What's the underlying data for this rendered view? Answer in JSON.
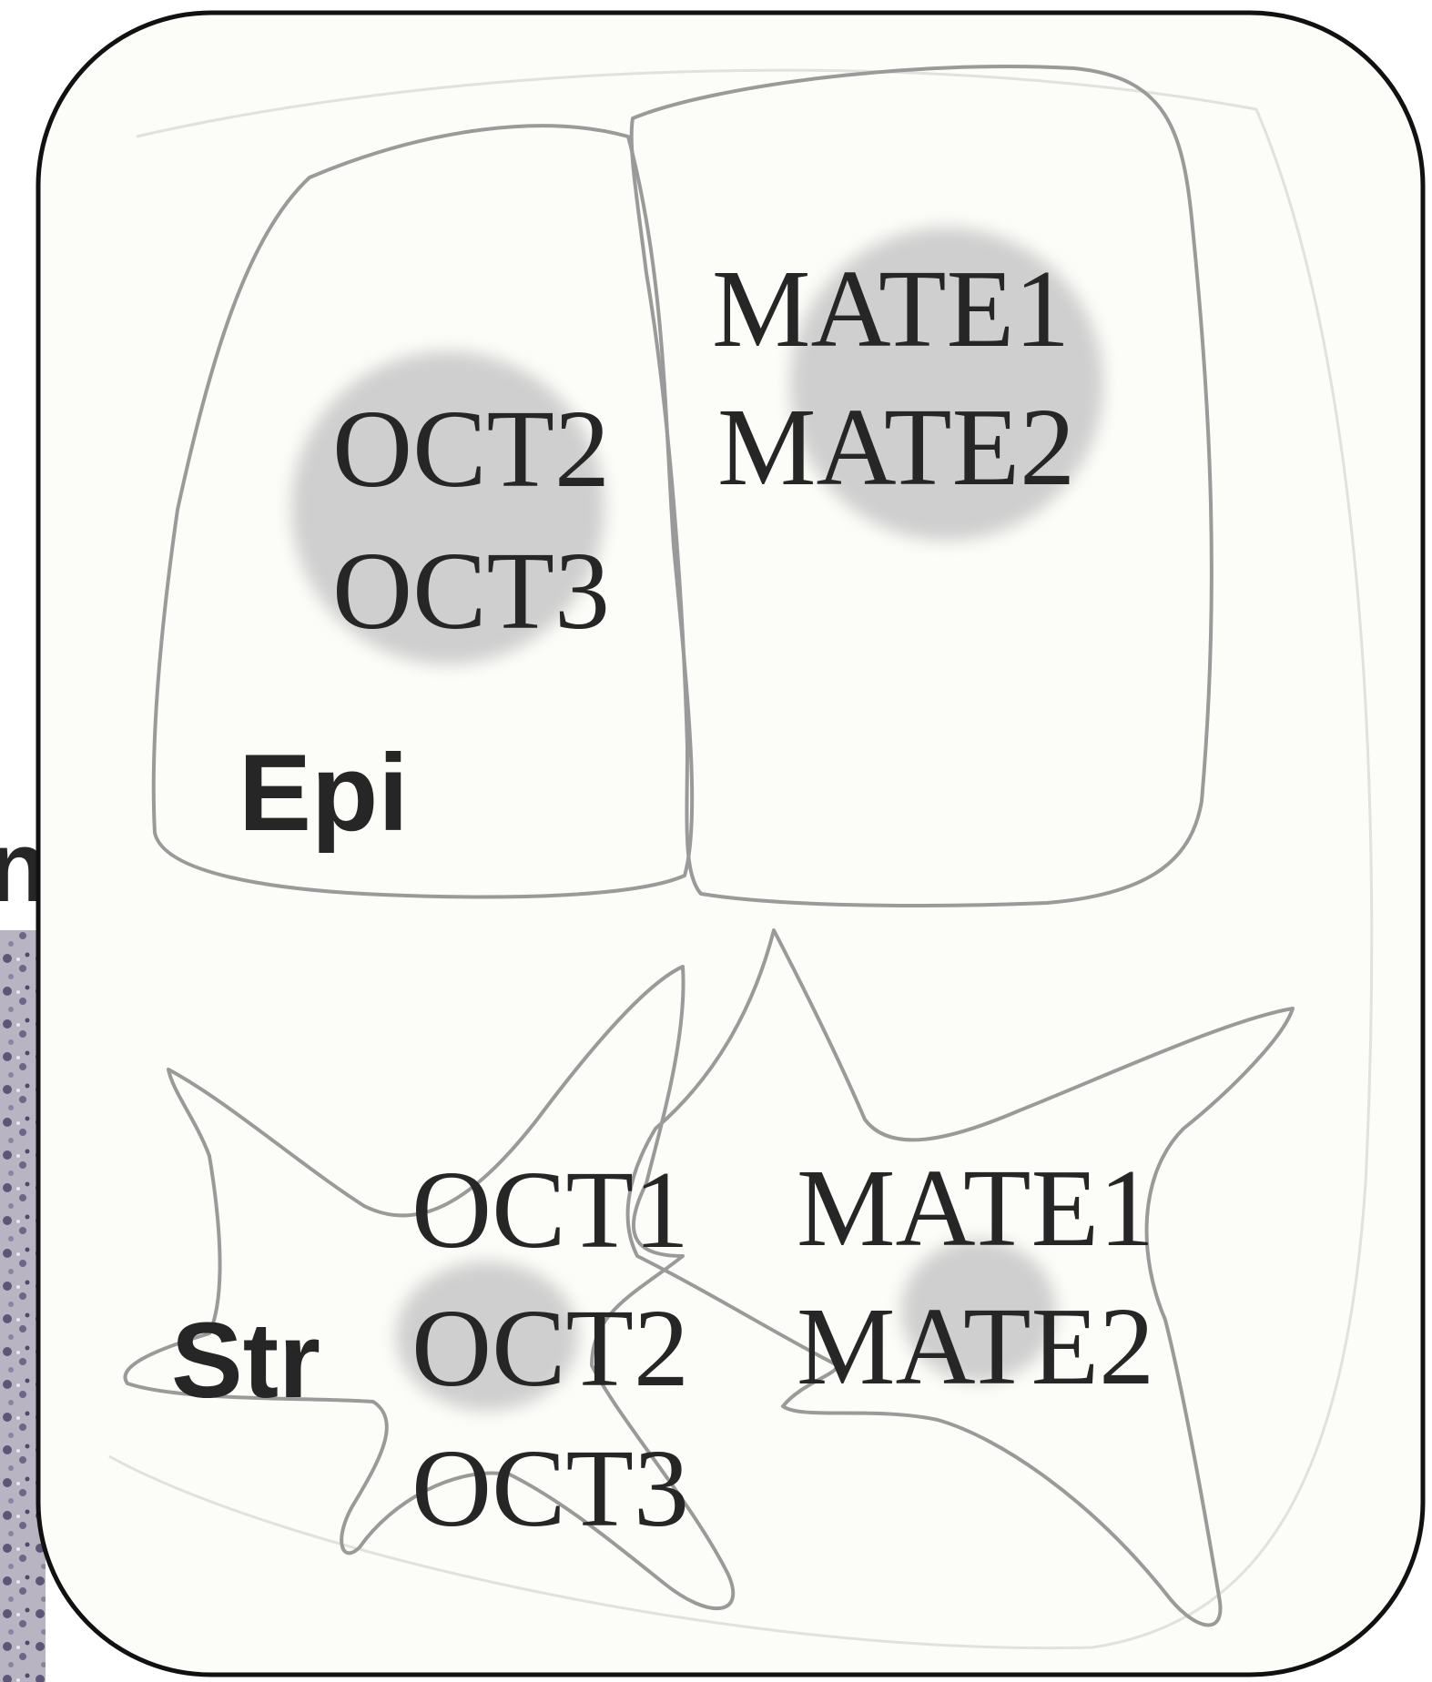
{
  "labels": {
    "epithelial": "Epi",
    "stromal": "Str",
    "edge_letter": "n"
  },
  "epithelial_cells": {
    "left_cell": [
      "OCT2",
      "OCT3"
    ],
    "right_cell": [
      "MATE1",
      "MATE2"
    ]
  },
  "stromal_cells": {
    "left_cell": [
      "OCT1",
      "OCT2",
      "OCT3"
    ],
    "right_cell": [
      "MATE1",
      "MATE2"
    ]
  },
  "colors": {
    "panel_background": "#fcfcf8",
    "panel_border": "#111111",
    "cell_outline": "#9a9a9a",
    "expression_blob": "#cfcfcf",
    "text": "#262626"
  }
}
